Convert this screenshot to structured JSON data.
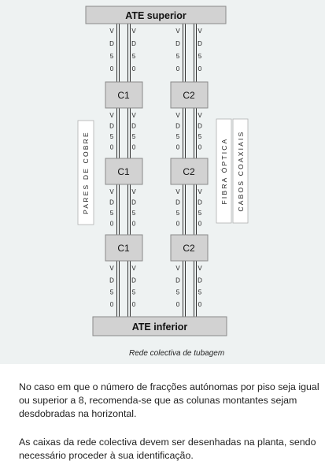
{
  "diagram": {
    "top_box": "ATE superior",
    "bottom_box": "ATE inferior",
    "left_column_box": "C1",
    "right_column_box": "C2",
    "tube_label_chars": [
      "V",
      "D",
      "5",
      "0"
    ],
    "left_side_label": "PARES DE COBRE",
    "right_side_label_1": "FIBRA ÓPTICA",
    "right_side_label_2": "CABOS COAXIAIS",
    "caption": "Rede colectiva de tubagem"
  },
  "paragraphs": [
    "No caso em que o número de fracções autónomas por piso seja igual ou superior a 8, recomenda-se que as colunas montantes sejam desdobradas na horizontal.",
    "As caixas da rede colectiva devem ser desenhadas na planta, sendo necessário proceder à sua identificação."
  ],
  "colors": {
    "box_fill": "#d2d2d2",
    "box_border": "#8a8a8a",
    "diagram_background": "#eef2f2"
  }
}
